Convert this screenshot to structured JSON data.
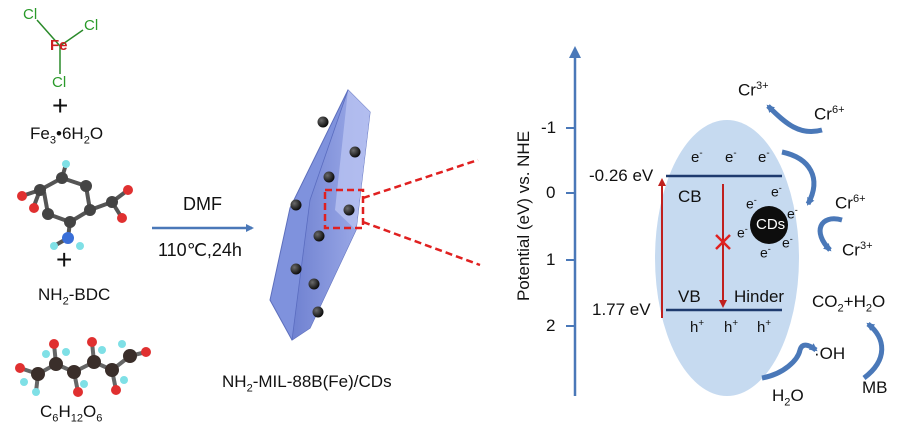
{
  "left": {
    "fecl3_atoms": {
      "fe": "Fe",
      "cl": "Cl"
    },
    "plus": "+",
    "water_label": {
      "pre": "Fe",
      "sub1": "3",
      "dot": "•6H",
      "sub2": "2",
      "post": "O"
    },
    "bdc_label": {
      "pre": "NH",
      "sub": "2",
      "post": "-BDC"
    },
    "glucose_label": {
      "c": "C",
      "c_sub": "6",
      "h": "H",
      "h_sub": "12",
      "o": "O",
      "o_sub": "6"
    }
  },
  "reaction": {
    "solvent": "DMF",
    "conditions": "110℃,24h"
  },
  "product": {
    "label": {
      "pre": "NH",
      "sub": "2",
      "post": "-MIL-88B(Fe)/CDs"
    }
  },
  "band_diagram": {
    "y_axis_label": "Potential (eV) vs. NHE",
    "ticks": [
      "-1",
      "0",
      "1",
      "2"
    ],
    "cb_label": "CB",
    "vb_label": "VB",
    "cb_potential": "-0.26 eV",
    "vb_potential": "1.77 eV",
    "hinder_label": "Hinder",
    "cds_label": "CDs",
    "electron": {
      "base": "e",
      "sup": "-"
    },
    "hole": {
      "base": "h",
      "sup": "+"
    },
    "species": {
      "cr3": {
        "base": "Cr",
        "sup": "3+"
      },
      "cr6": {
        "base": "Cr",
        "sup": "6+"
      },
      "co2_h2o": {
        "a": "CO",
        "a_sub": "2",
        "mid": "+H",
        "b_sub": "2",
        "post": "O"
      },
      "oh": "·OH",
      "h2o": {
        "pre": "H",
        "sub": "2",
        "post": "O"
      },
      "mb": "MB"
    }
  },
  "colors": {
    "arrow_blue": "#4a78b8",
    "crystal": "#8b9ce0",
    "ellipse": "#c6daf0",
    "red": "#e02020",
    "dark_red": "#c0201e",
    "band_line": "#1e3a6e"
  }
}
